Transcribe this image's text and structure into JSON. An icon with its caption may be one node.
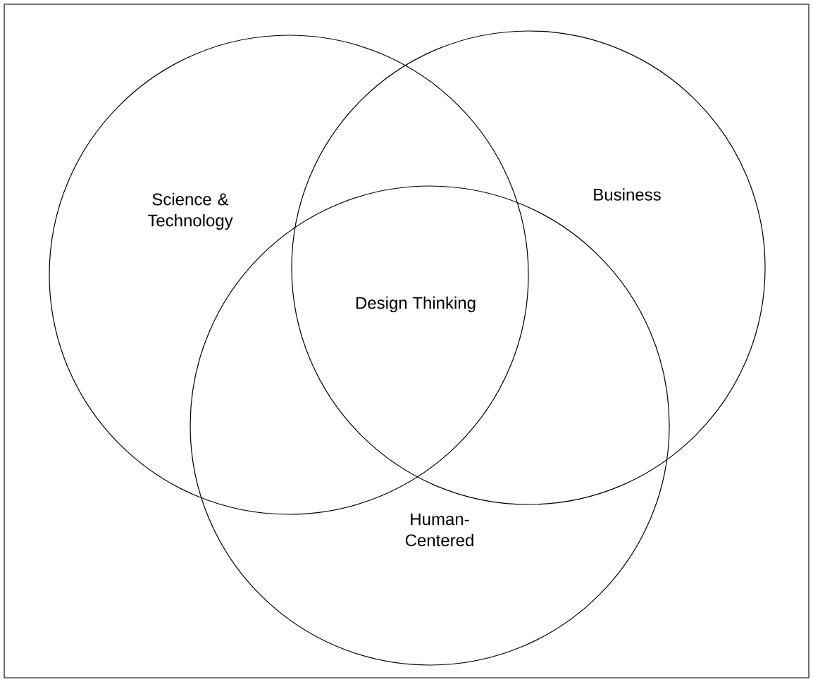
{
  "diagram": {
    "nodes": [
      {
        "text": [
          "Science & Technology"
        ]
      },
      {
        "text": [
          "Business"
        ]
      },
      {
        "text": [
          "Human-Centered"
        ]
      }
    ],
    "labels": [
      "Design Thinking"
    ]
  }
}
